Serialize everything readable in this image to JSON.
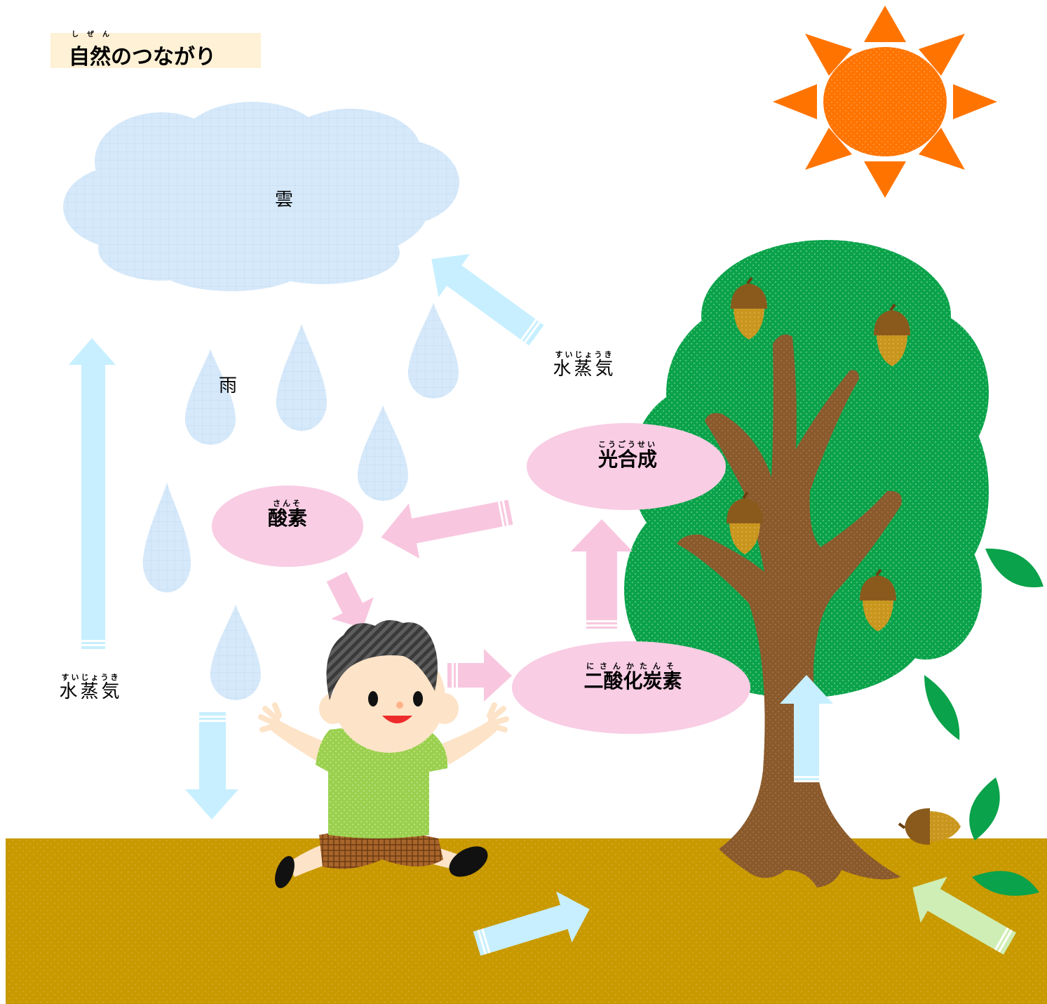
{
  "title": {
    "ruby": "しぜん",
    "text": "自然のつながり"
  },
  "labels": {
    "cloud": "雲",
    "rain": "雨",
    "vapor_right": {
      "ruby": "すいじょうき",
      "text": "水蒸気"
    },
    "vapor_left": {
      "ruby": "すいじょうき",
      "text": "水蒸気"
    },
    "oxygen": {
      "ruby": "さんそ",
      "text": "酸素"
    },
    "photosynthesis": {
      "ruby": "こうごうせい",
      "text": "光合成"
    },
    "co2": {
      "ruby": "にさんかたんそ",
      "text": "二酸化炭素"
    }
  },
  "colors": {
    "cloud": "#d6e9fa",
    "water_arrow": "#c7efff",
    "pink": "#f9cde4",
    "pink_arrow": "#f8c7df",
    "sun": "#ff7400",
    "ground": "#c99900",
    "foliage": "#0aa24a",
    "trunk": "#8a5a2c",
    "leaf_arrow": "#cfeeb5"
  },
  "icons": [
    "sun-icon",
    "cloud-icon",
    "raindrop-icon",
    "tree-icon",
    "acorn-icon",
    "leaf-icon",
    "child-figure"
  ]
}
